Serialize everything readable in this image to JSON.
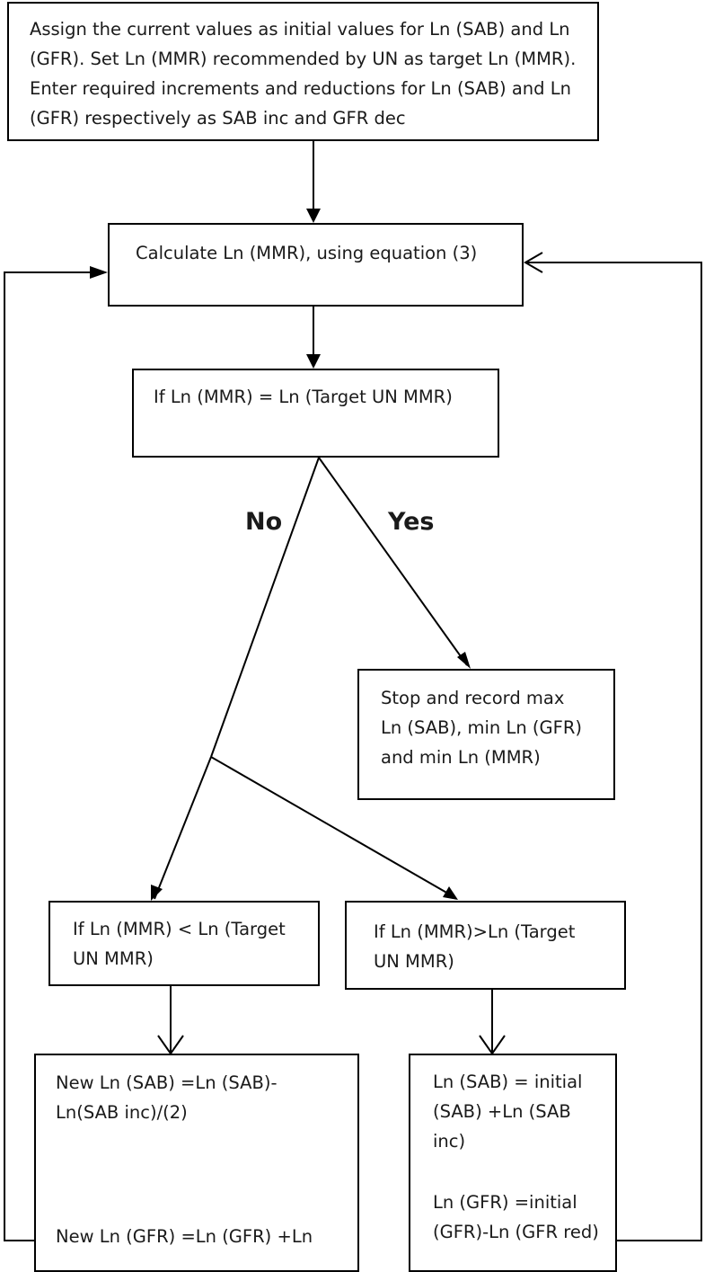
{
  "boxes": {
    "init": "Assign the current values as initial values for Ln (SAB) and Ln (GFR). Set Ln (MMR) recommended by UN as target Ln (MMR). Enter required increments and reductions for Ln (SAB) and Ln (GFR) respectively as SAB inc and GFR dec",
    "calculate": "Calculate Ln (MMR), using equation (3)",
    "check": "If Ln (MMR) = Ln (Target UN MMR)",
    "stop": "Stop and record max\nLn (SAB), min Ln (GFR)\nand min Ln (MMR)",
    "less": "If Ln (MMR) < Ln (Target\nUN MMR)",
    "greater": "If Ln (MMR)>Ln (Target\nUN MMR)",
    "left_update_1": "New Ln (SAB) =Ln (SAB)-\nLn(SAB inc)/(2)",
    "left_update_2": "New Ln (GFR) =Ln (GFR) +Ln",
    "right_update_1": "Ln (SAB) = initial\n(SAB) +Ln (SAB\ninc)",
    "right_update_2": "Ln (GFR) =initial\n(GFR)-Ln (GFR red)"
  },
  "labels": {
    "no": "No",
    "yes": "Yes"
  }
}
